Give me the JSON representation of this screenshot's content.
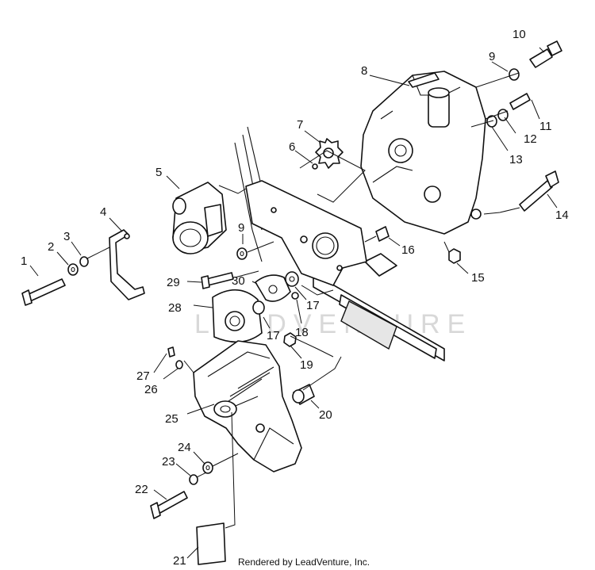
{
  "watermark": "LEADVENTURE",
  "credit": "Rendered by LeadVenture, Inc.",
  "callouts": {
    "c1": "1",
    "c2": "2",
    "c3": "3",
    "c4": "4",
    "c5": "5",
    "c6": "6",
    "c7": "7",
    "c8": "8",
    "c9a": "9",
    "c9b": "9",
    "c10": "10",
    "c11": "11",
    "c12": "12",
    "c13": "13",
    "c14": "14",
    "c15": "15",
    "c16": "16",
    "c17a": "17",
    "c17b": "17",
    "c18": "18",
    "c19": "19",
    "c20": "20",
    "c21": "21",
    "c22": "22",
    "c23": "23",
    "c24": "24",
    "c25": "25",
    "c26": "26",
    "c27": "27",
    "c28": "28",
    "c29": "29",
    "c30": "30"
  }
}
